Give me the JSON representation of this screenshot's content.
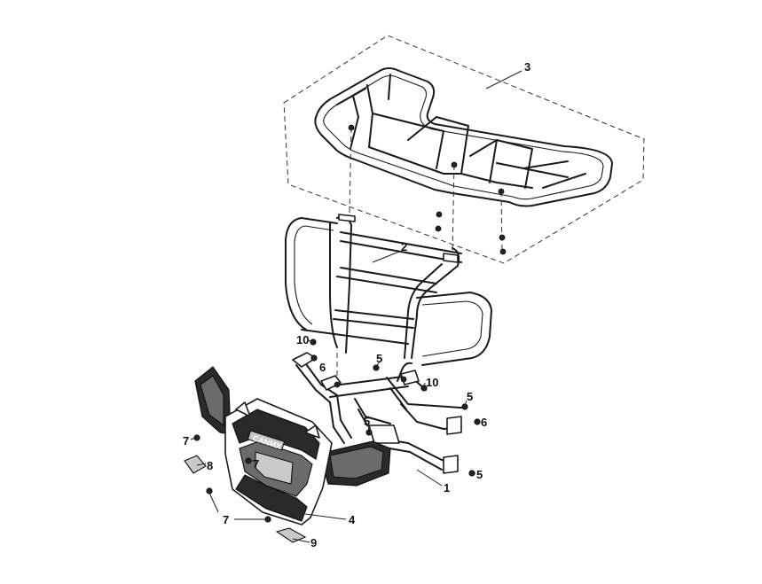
{
  "callouts": {
    "c1": "1",
    "c2": "2",
    "c3": "3",
    "c4": "4",
    "c5a": "5",
    "c5b": "5",
    "c5c": "5",
    "c5d": "5",
    "c6a": "6",
    "c6b": "6",
    "c7a": "7",
    "c7b": "7",
    "c7c": "7",
    "c8": "8",
    "c9": "9",
    "c10a": "10",
    "c10b": "10"
  },
  "bumper_logo": "CANMX"
}
